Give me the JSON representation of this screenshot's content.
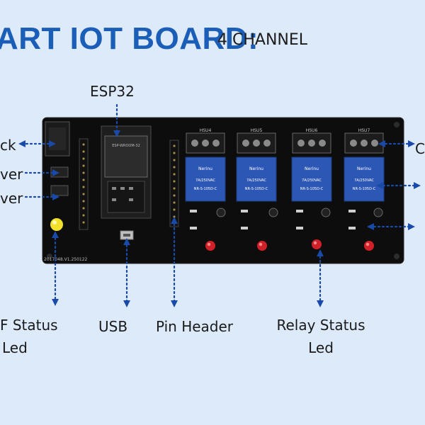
{
  "header": {
    "title": "ART IOT BOARD:",
    "subtitle": "4 CHANNEL"
  },
  "labels": {
    "esp32": "ESP32",
    "left_top": "ck",
    "left_mid": "ver",
    "left_low": "ver",
    "right_top": "C",
    "rf_status_line1": "F Status",
    "rf_status_line2": "Led",
    "usb": "USB",
    "pin_header": "Pin Header",
    "relay_status_line1": "Relay Status",
    "relay_status_line2": "Led"
  },
  "board": {
    "serial": "2017048.V1.250122",
    "esp_module_text": "ESP-WROOM-32",
    "relay_brand": "Nerinu",
    "relay_rating": "7A/250VAC",
    "relay_model": "NR-S-105D-C",
    "relay_headers": [
      "HSU4",
      "HSU5",
      "HSU6",
      "HSU7"
    ]
  },
  "colors": {
    "background": "#ddeafa",
    "title": "#1b5eb8",
    "arrow": "#1a4aa8",
    "pcb": "#0d0d0d",
    "relay_blue": "#2d57b5",
    "led_red": "#d0202a",
    "led_yellow": "#f2e12a"
  }
}
